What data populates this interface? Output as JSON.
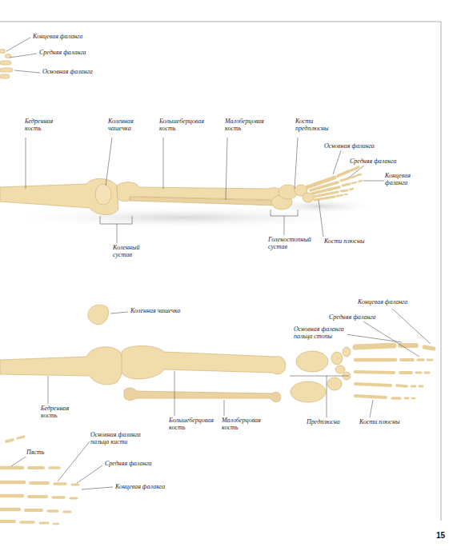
{
  "diagram": {
    "labels": [
      "Концевая фаланга",
      "Средняя фаланга",
      "Основная фаланга",
      "Бедренная кость",
      "Коленная чашечка",
      "Большеберцовая кость",
      "Малоберцовая кость",
      "Кости предплюсны",
      "Основная фаланга",
      "Средняя фаланга",
      "Концевая фаланга",
      "Коленный сустав",
      "Голеностопный сустав",
      "Кости плюсны",
      "Коленная чашечка",
      "Концевая фаланга",
      "Средняя фаланга",
      "Основная фаланга пальца стопы",
      "Бедренная кость",
      "Большеберцовая кость",
      "Малоберцовая кость",
      "Предплюсна",
      "Кости плюсны",
      "Пясть",
      "Основная фаланга пальца кисти",
      "Средняя фаланга",
      "Концевая фаланга",
      "15"
    ]
  }
}
